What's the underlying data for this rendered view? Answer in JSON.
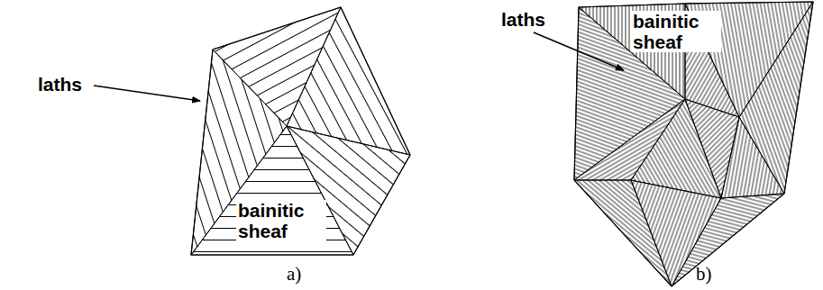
{
  "diagram": {
    "labels": [
      "laths",
      "bainitic sheaf",
      "a)",
      "laths",
      "bainitic sheaf",
      "b)"
    ]
  }
}
